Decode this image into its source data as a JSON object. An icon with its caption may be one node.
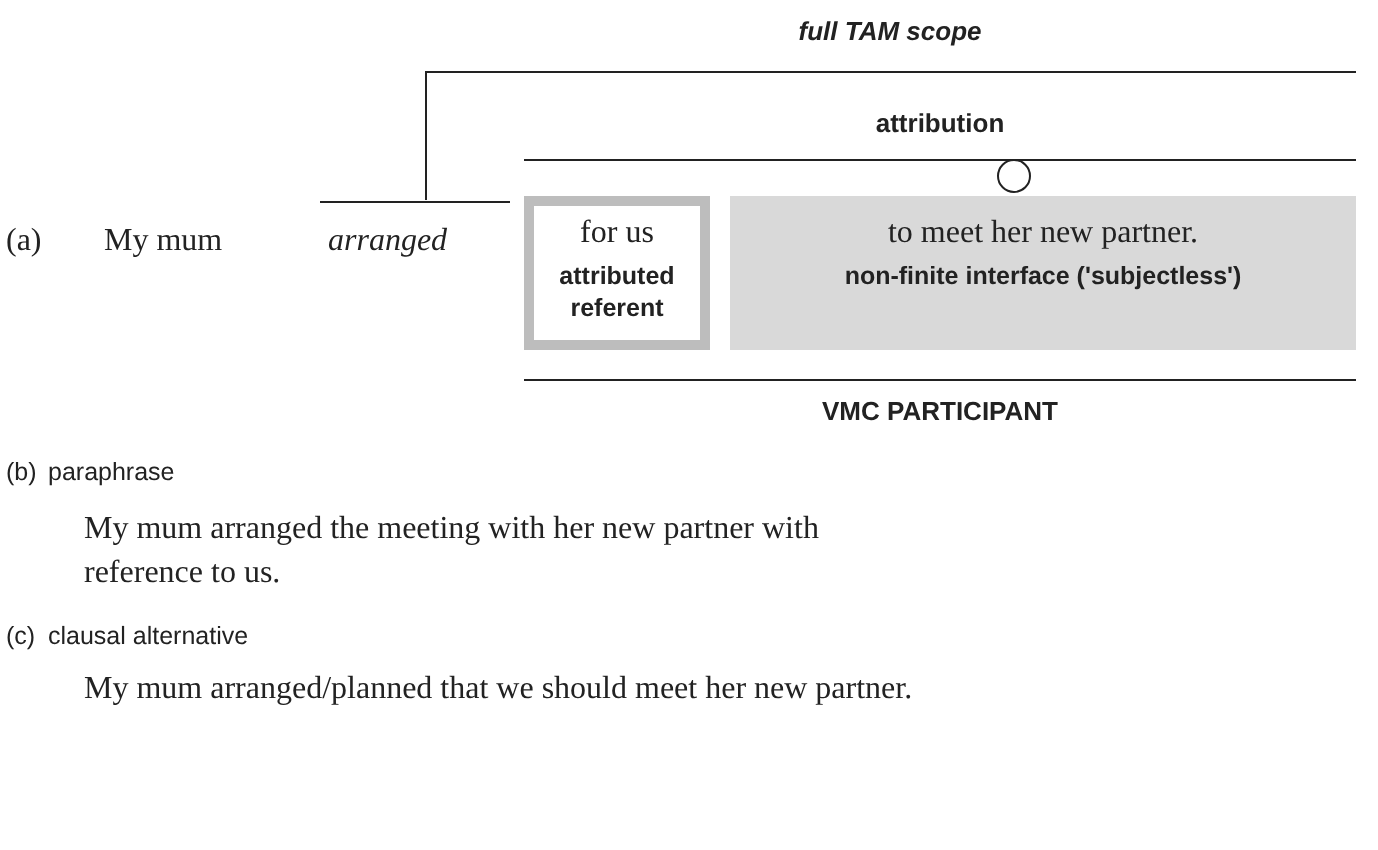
{
  "diagram": {
    "nodes": [
      {
        "text": [
          "for us",
          "attributed referent"
        ]
      },
      {
        "text": [
          "to meet her new partner.",
          "non-finite interface ('subjectless')"
        ]
      }
    ],
    "labels": [
      "full TAM scope",
      "attribution",
      "(a)",
      "My mum",
      "arranged",
      "VMC PARTICIPANT",
      "(b)",
      "paraphrase",
      "My mum arranged the meeting with her new partner with reference to us.",
      "(c)",
      "clausal alternative",
      "My mum arranged/planned that we should meet her new partner."
    ]
  }
}
